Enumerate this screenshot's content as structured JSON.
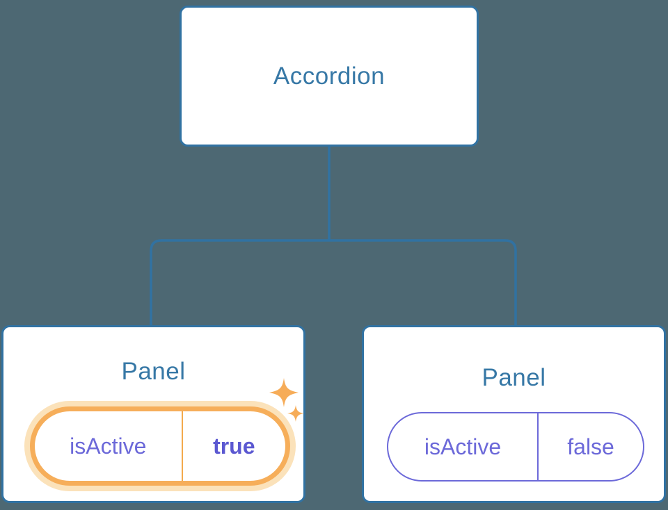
{
  "colors": {
    "background": "#4d6873",
    "node_bg": "#ffffff",
    "node_border": "#3172a2",
    "node_text": "#3778a6",
    "connector": "#3172a2",
    "state_label": "#6c69d9",
    "state_value_active": "#5b58d1",
    "state_pill_border_inactive": "#6c69d9",
    "active_ring": "#f6ae5a",
    "active_halo": "#fbe2ba",
    "active_divider": "#f3a94c",
    "sparkle": "#f6ac58"
  },
  "diagram": {
    "type": "component-tree",
    "root": {
      "label": "Accordion"
    },
    "panels": [
      {
        "title": "Panel",
        "state": {
          "name": "isActive",
          "value": "true"
        },
        "active": true
      },
      {
        "title": "Panel",
        "state": {
          "name": "isActive",
          "value": "false"
        },
        "active": false
      }
    ],
    "icons": {
      "active_indicator": "sparkles-icon"
    }
  }
}
